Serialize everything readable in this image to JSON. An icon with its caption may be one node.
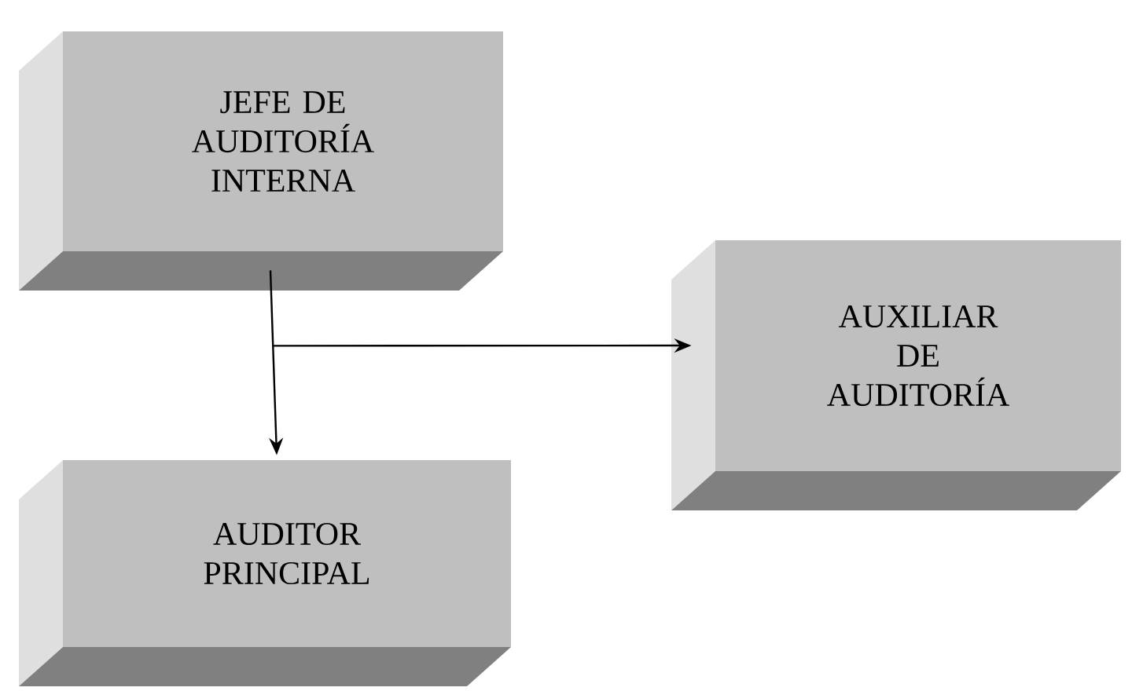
{
  "diagram": {
    "nodes": [
      {
        "text": [
          "JEFE DE AUDITORÍA INTERNA"
        ]
      },
      {
        "text": [
          "AUXILIAR DE AUDITORÍA"
        ]
      },
      {
        "text": [
          "AUDITOR PRINCIPAL"
        ]
      }
    ],
    "edges": [
      {
        "from": 0,
        "to": 2,
        "arrow": "to"
      },
      {
        "from": 0,
        "to": 1,
        "arrow": "to"
      }
    ]
  }
}
